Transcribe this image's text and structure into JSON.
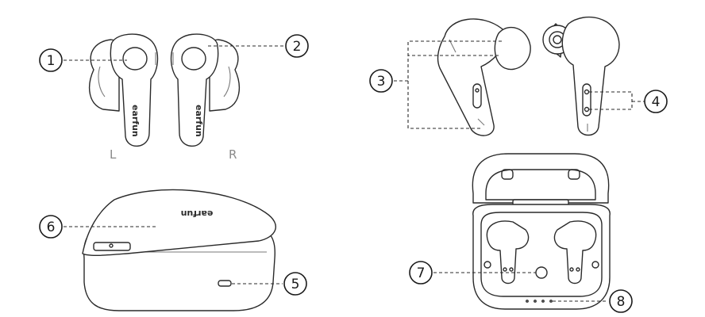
{
  "callouts": [
    "1",
    "2",
    "3",
    "4",
    "5",
    "6",
    "7",
    "8"
  ],
  "side_labels": {
    "left": "L",
    "right": "R"
  },
  "brand": "earfun"
}
